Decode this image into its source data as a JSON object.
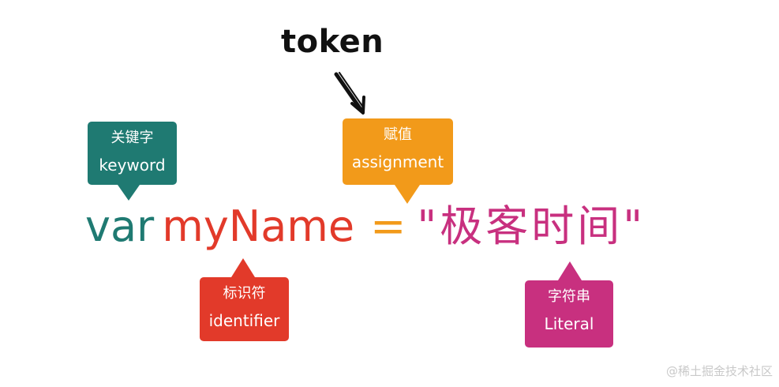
{
  "title": "token",
  "code": {
    "keyword": "var",
    "identifier": "myName",
    "operator": "=",
    "literal": "\"极客时间\""
  },
  "callouts": {
    "keyword": {
      "zh": "关键字",
      "en": "keyword"
    },
    "assignment": {
      "zh": "赋值",
      "en": "assignment"
    },
    "identifier": {
      "zh": "标识符",
      "en": "identifier"
    },
    "literal": {
      "zh": "字符串",
      "en": "Literal"
    }
  },
  "watermark": "@稀土掘金技术社区",
  "colors": {
    "keyword": "#1f7a72",
    "identifier": "#e23a2a",
    "assignment": "#f29a1a",
    "literal": "#c8307f"
  },
  "icons": [
    "arrow-icon"
  ]
}
